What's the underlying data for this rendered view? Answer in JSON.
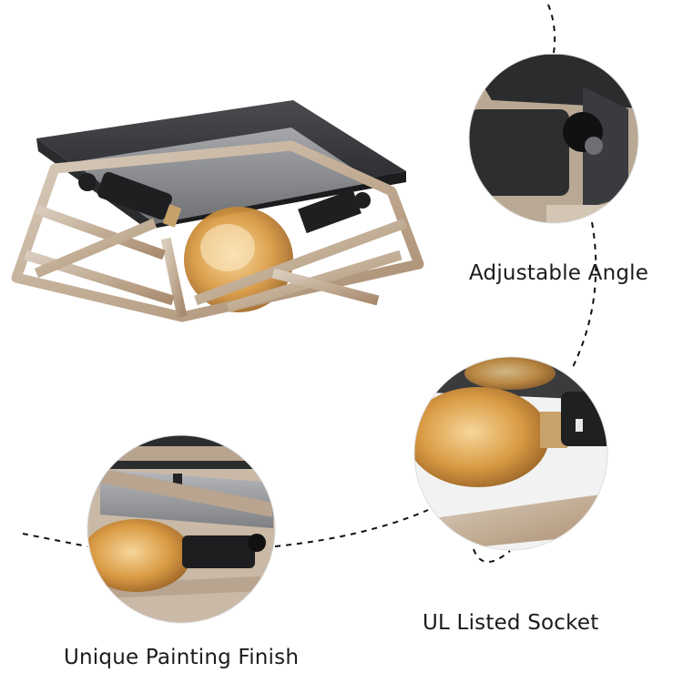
{
  "captions": {
    "adjustable_angle": "Adjustable Angle",
    "ul_listed_socket": "UL Listed Socket",
    "unique_painting_finish": "Unique Painting Finish"
  },
  "colors": {
    "background": "#ffffff",
    "metal_black": "#2e2f31",
    "frame_wood": "#c9b9a6",
    "bulb_amber": "#d99a43",
    "canopy_gray": "#8b8d90"
  }
}
